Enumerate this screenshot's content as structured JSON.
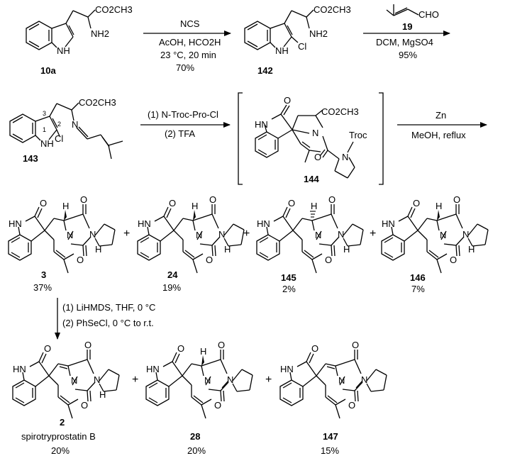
{
  "atoms": {
    "N": "N",
    "H": "H",
    "O": "O",
    "Cl": "Cl",
    "NH": "NH",
    "HN": "HN",
    "CO2CH3": "CO2CH3",
    "NH2": "NH2",
    "CHO": "CHO",
    "Troc": "Troc"
  },
  "steps": {
    "s1": {
      "reagent": "NCS",
      "cond1": "AcOH, HCO2H",
      "cond2": "23 °C, 20 min",
      "yield": "70%"
    },
    "s2": {
      "reagent_label": "19",
      "cond1": "DCM, MgSO4",
      "yield": "95%"
    },
    "s3": {
      "cond1": "(1) N-Troc-Pro-Cl",
      "cond2": "(2) TFA"
    },
    "s4": {
      "reagent": "Zn",
      "cond1": "MeOH, reflux"
    },
    "s5": {
      "cond1": "(1) LiHMDS, THF, 0 °C",
      "cond2": "(2) PhSeCl, 0 °C to r.t."
    }
  },
  "compounds": {
    "c10a": {
      "label": "10a"
    },
    "c142": {
      "label": "142"
    },
    "c143": {
      "label": "143",
      "pos1": "1",
      "pos2": "2",
      "pos3": "3"
    },
    "c144": {
      "label": "144"
    },
    "c3": {
      "label": "3",
      "yield": "37%"
    },
    "c24": {
      "label": "24",
      "yield": "19%"
    },
    "c145": {
      "label": "145",
      "yield": "2%"
    },
    "c146": {
      "label": "146",
      "yield": "7%"
    },
    "c2": {
      "label": "2",
      "name": "spirotryprostatin B",
      "yield": "20%"
    },
    "c28": {
      "label": "28",
      "yield": "20%"
    },
    "c147": {
      "label": "147",
      "yield": "15%"
    }
  },
  "plus_sign": "+"
}
